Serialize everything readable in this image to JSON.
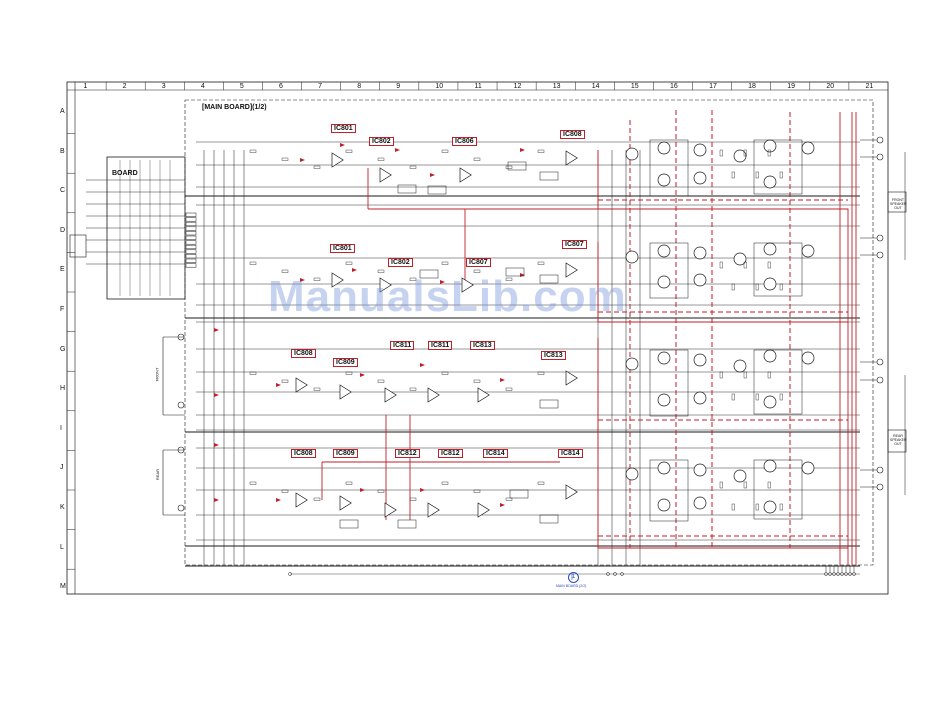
{
  "title": "[MAIN BOARD](1/2)",
  "sub_board_label": "BOARD",
  "columns": [
    "1",
    "2",
    "3",
    "4",
    "5",
    "6",
    "7",
    "8",
    "9",
    "10",
    "11",
    "12",
    "13",
    "14",
    "15",
    "16",
    "17",
    "18",
    "19",
    "20",
    "21"
  ],
  "rows": [
    "A",
    "B",
    "C",
    "D",
    "E",
    "F",
    "G",
    "H",
    "I",
    "J",
    "K",
    "L",
    "M"
  ],
  "ic_labels": {
    "ic801a": "IC801",
    "ic802a": "IC802",
    "ic806": "IC806",
    "ic808": "IC808",
    "ic801b": "IC801",
    "ic802b": "IC802",
    "ic807": "IC807",
    "ic809a": "IC809",
    "ic809b": "IC809",
    "ic811a": "IC811",
    "ic811b": "IC811",
    "ic813a": "IC813",
    "ic813b": "IC813",
    "ic808b": "IC808",
    "ic812a": "IC812",
    "ic812b": "IC812",
    "ic814a": "IC814",
    "ic814b": "IC814"
  },
  "side_labels": {
    "front": "FRONT",
    "rear": "REAR",
    "front_speaker": "FRONT SPEAKER OUT",
    "rear_speaker": "REAR SPEAKER OUT"
  },
  "connector_ref": "1",
  "connector_note": "MAIN BOARD (2/2)",
  "watermark": "ManualsLib.com",
  "colors": {
    "trace": "#1a1a1a",
    "red": "#c0202a",
    "blue": "#2a48c8",
    "watermark": "#7896dc"
  }
}
